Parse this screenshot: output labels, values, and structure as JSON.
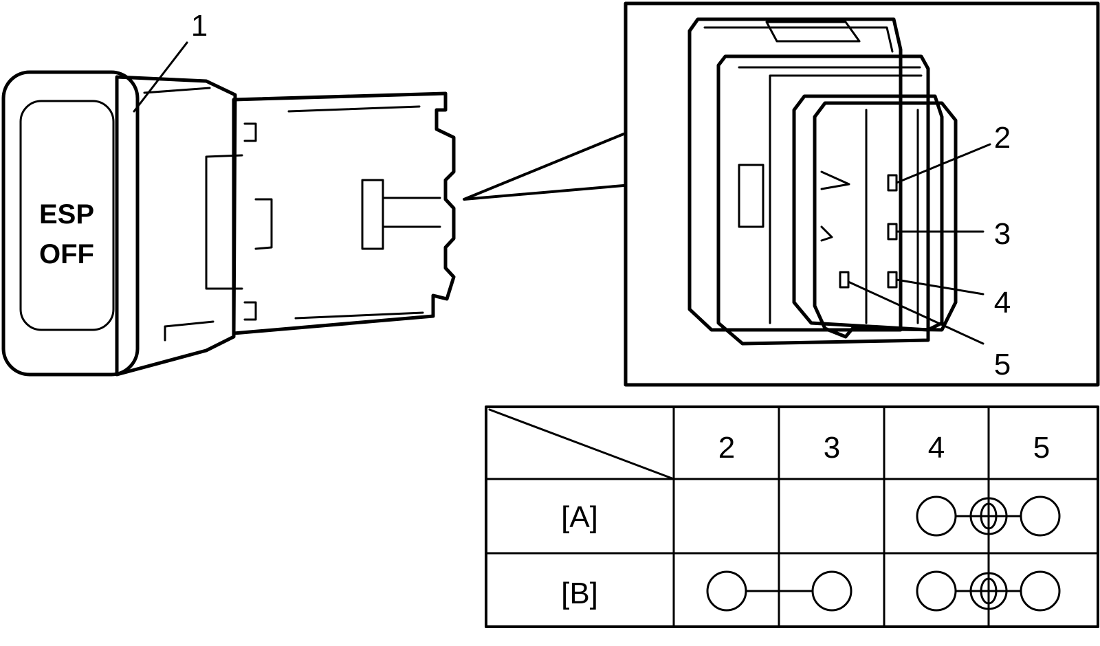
{
  "switch": {
    "face_line1": "ESP",
    "face_line2": "OFF",
    "callout": "1"
  },
  "connector": {
    "terminal_labels": [
      "2",
      "3",
      "4",
      "5"
    ]
  },
  "continuity_table": {
    "columns": [
      "2",
      "3",
      "4",
      "5"
    ],
    "rows": [
      {
        "label": "[A]",
        "connected_terminals": [
          "4",
          "5"
        ],
        "indicator": "bulb"
      },
      {
        "label": "[B]",
        "connected_terminals": [
          "2",
          "3",
          "4",
          "5"
        ],
        "indicator": "bulb"
      }
    ]
  }
}
